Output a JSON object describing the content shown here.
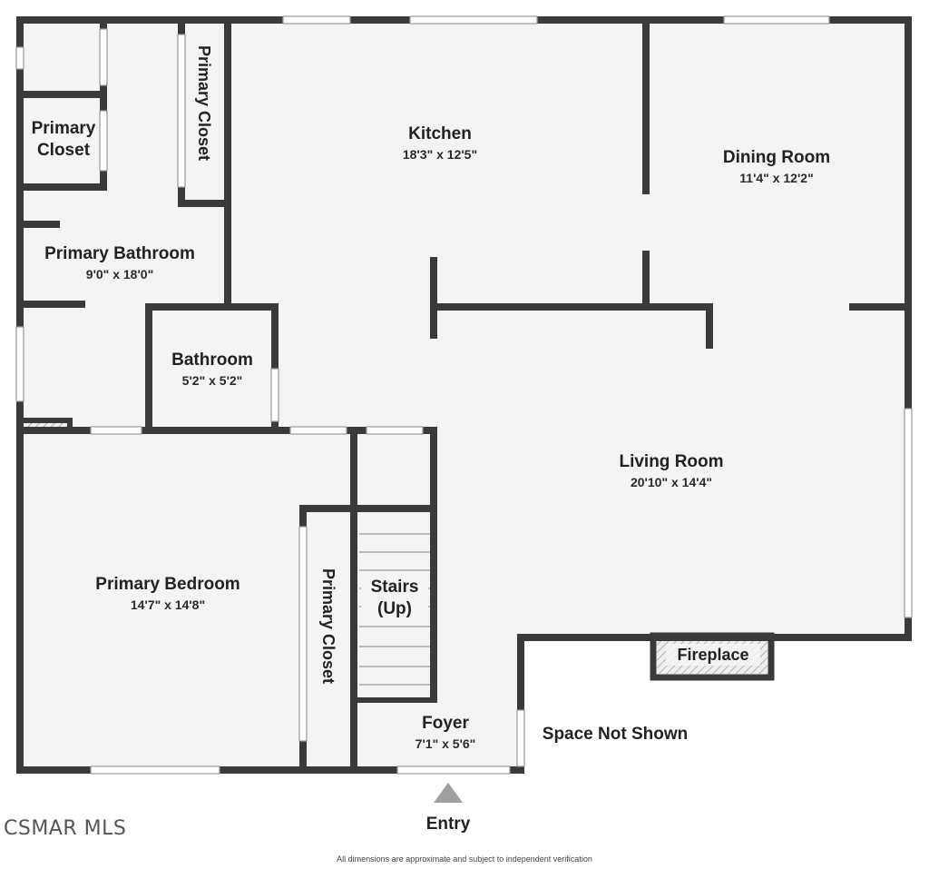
{
  "rooms": {
    "kitchen": {
      "name": "Kitchen",
      "dims": "18'3\" x 12'5\""
    },
    "dining": {
      "name": "Dining Room",
      "dims": "11'4\" x 12'2\""
    },
    "primary_closet_top": {
      "name": "Primary Closet"
    },
    "primary_closet_small": {
      "name": "Primary\nCloset"
    },
    "primary_bathroom": {
      "name": "Primary Bathroom",
      "dims": "9'0\" x 18'0\""
    },
    "bathroom": {
      "name": "Bathroom",
      "dims": "5'2\" x 5'2\""
    },
    "living": {
      "name": "Living Room",
      "dims": "20'10\" x 14'4\""
    },
    "primary_bedroom": {
      "name": "Primary Bedroom",
      "dims": "14'7\" x 14'8\""
    },
    "primary_closet_bed": {
      "name": "Primary Closet"
    },
    "stairs": {
      "name": "Stairs\n(Up)"
    },
    "fireplace": {
      "name": "Fireplace"
    },
    "foyer": {
      "name": "Foyer",
      "dims": "7'1\" x 5'6\""
    }
  },
  "space_not_shown": "Space Not Shown",
  "entry": "Entry",
  "watermark": "CSMAR MLS",
  "disclaimer": "All dimensions are approximate and subject to independent verification",
  "colors": {
    "wall": "#3a3a3a",
    "floor": "#f4f4f4",
    "window": "#bdbdbd"
  }
}
